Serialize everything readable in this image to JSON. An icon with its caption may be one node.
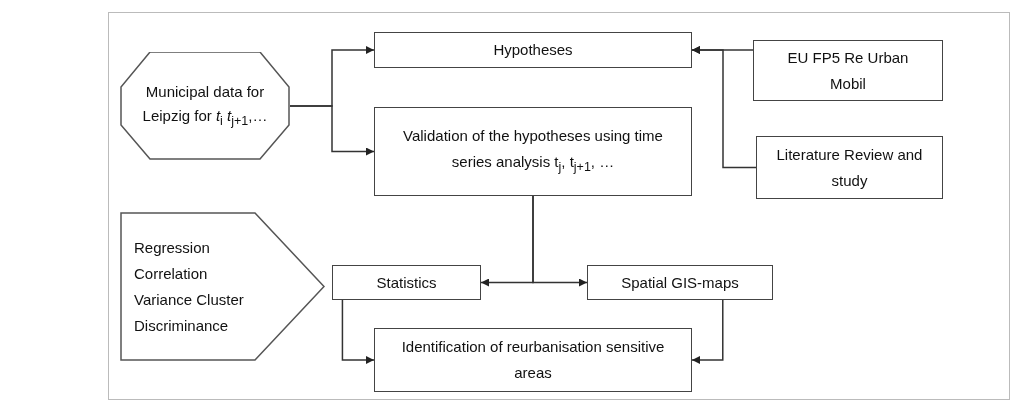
{
  "diagram": {
    "nodes": [
      {
        "text": [
          "Municipal data for Leipzig for *t*$_{i}$ *t*$_{j+1}$,…"
        ]
      },
      {
        "text": [
          "Hypotheses"
        ]
      },
      {
        "text": [
          "Validation of the hypotheses using time series analysis t$_{j}$, t$_{j+1}$, …"
        ]
      },
      {
        "text": [
          "EU FP5 Re Urban Mobil"
        ]
      },
      {
        "text": [
          "Literature Review and study"
        ]
      },
      {
        "text": [
          "Regression Correlation Variance Cluster Discriminance"
        ]
      },
      {
        "text": [
          "Statistics"
        ]
      },
      {
        "text": [
          "Spatial GIS-maps"
        ]
      },
      {
        "text": [
          "Identification of reurbanisation sensitive areas"
        ]
      }
    ],
    "edges": [
      {
        "from": 0,
        "to": 1,
        "arrow": "to"
      },
      {
        "from": 0,
        "to": 2,
        "arrow": "to"
      },
      {
        "from": 3,
        "to": 1,
        "arrow": "to"
      },
      {
        "from": 4,
        "to": 1,
        "arrow": "to"
      },
      {
        "from": 2,
        "to": 6,
        "arrow": "to"
      },
      {
        "from": 2,
        "to": 7,
        "arrow": "to"
      },
      {
        "from": 6,
        "to": 8,
        "arrow": "to"
      },
      {
        "from": 7,
        "to": 8,
        "arrow": "to"
      }
    ]
  }
}
